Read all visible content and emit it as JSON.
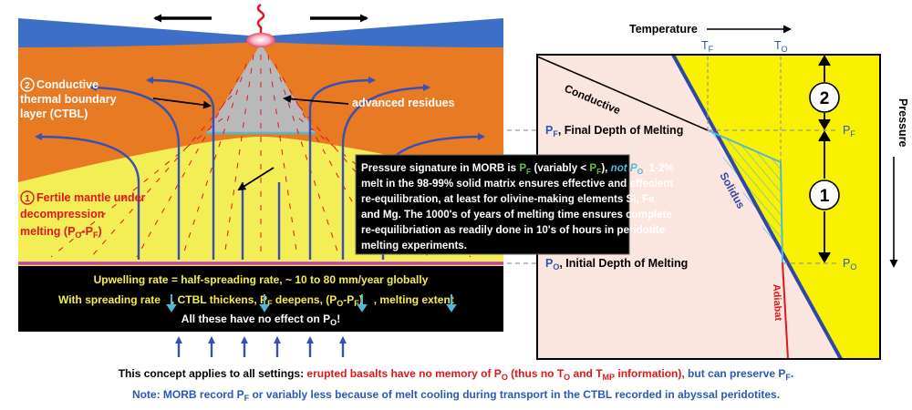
{
  "left_panel": {
    "label_ctbl": "Conductive thermal boundary layer (CTBL)",
    "label_ctbl_lines": [
      "Conductive",
      "thermal boundary",
      "layer (CTBL)"
    ],
    "label_ctbl_number": "2",
    "label_fertile_lines": [
      "Fertile mantle under",
      "decompression",
      "melting (P"
    ],
    "label_fertile_number": "1",
    "label_fertile_tail": [
      "O",
      "-P",
      "F",
      ")"
    ],
    "label_residues": "advanced residues",
    "upwelling_box": {
      "line1": "Upwelling rate = half-spreading rate, ~ 10 to 80 mm/year globally",
      "line2_parts": [
        "With spreading rate",
        ", CTBL thickens, P",
        "F",
        " deepens, (P",
        "O",
        "-P",
        "F",
        ")",
        ", melting extent"
      ],
      "line3_parts": [
        "All these have no effect on P",
        "O",
        "!"
      ]
    }
  },
  "right_panel": {
    "axis_temperature": "Temperature",
    "axis_pressure": "Pressure",
    "tick_tf": [
      "T",
      "F"
    ],
    "tick_to": [
      "T",
      "O"
    ],
    "tick_pf": [
      "P",
      "F"
    ],
    "tick_po": [
      "P",
      "O"
    ],
    "label_conductive": "Conductive",
    "label_solidus": "Solidus",
    "label_adiabat": "Adiabat",
    "final_depth": [
      "P",
      "F",
      ", Final Depth of Melting"
    ],
    "initial_depth": [
      "P",
      "O",
      ", Initial Depth of Melting"
    ],
    "circle_2": "2",
    "circle_1": "1"
  },
  "callout": {
    "lines": [
      [
        "Pressure signature in MORB is ",
        "P",
        "F",
        " (variably < ",
        "P",
        "F",
        "), ",
        "not P",
        "O",
        ". 1-2%"
      ],
      [
        "melt in the 98-99% solid matrix ensures effective and effecient"
      ],
      [
        "re-equilibration, at least for olivine-making elements Si, Fe"
      ],
      [
        "and Mg. The 1000's of years of melting time ensures complete"
      ],
      [
        "re-equilibriation as readily done in 10's of hours in peridotite"
      ],
      [
        "melting experiments."
      ]
    ]
  },
  "bottom": {
    "line1_parts": [
      "This concept applies to all settings: ",
      "erupted basalts have no memory of P",
      "O",
      " (thus no T",
      "O",
      " and T",
      "MP",
      " information), ",
      "but can preserve P",
      "F",
      "."
    ],
    "line2_parts": [
      "Note: MORB record P",
      "F",
      " or variably less because of melt cooling during transport in the CTBL recorded in abyssal peridotites."
    ]
  },
  "colors": {
    "lithosphere_orange": "#e97a24",
    "ocean_blue": "#3d6fc6",
    "melting_yellow": "#f3ee55",
    "residue_gray": "#b9b9b9",
    "arrow_blue": "#3b4fb3",
    "label_red": "#e0161d",
    "label_green": "#5fc144",
    "upwelling_yellow": "#f4ee4c",
    "arrow_cyan": "#4fb9d6",
    "panel_yellow": "#f8f200",
    "panel_pink": "#fbe6df",
    "solidus_blue": "#3147a8",
    "note_blue": "#2b58b8"
  }
}
